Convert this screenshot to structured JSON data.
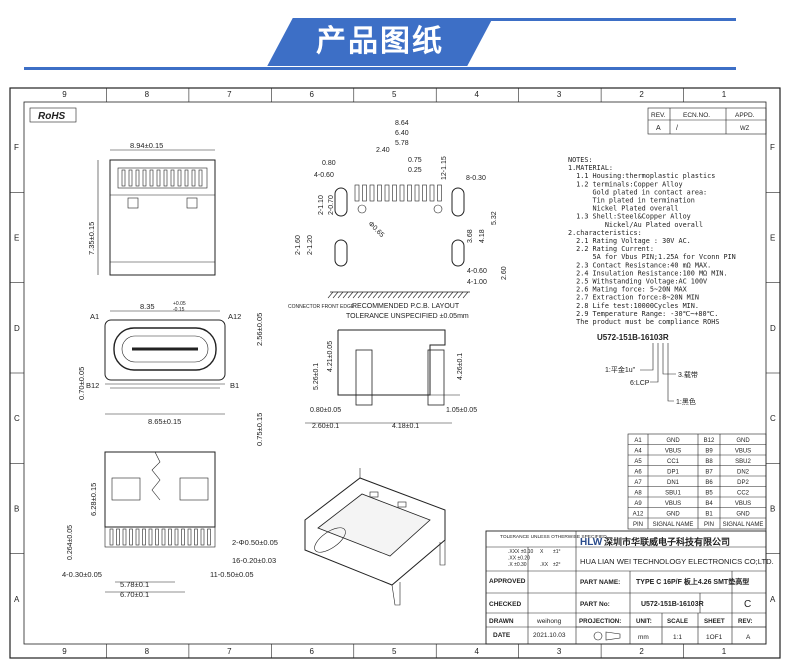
{
  "banner": {
    "title": "产品图纸"
  },
  "grid": {
    "cols": [
      "9",
      "8",
      "7",
      "6",
      "5",
      "4",
      "3",
      "2",
      "1"
    ],
    "rows": [
      "F",
      "E",
      "D",
      "C",
      "B",
      "A"
    ]
  },
  "rohs_badge": "RoHS",
  "revision": {
    "headers": [
      "REV.",
      "ECN.NO.",
      "APPD."
    ],
    "row": [
      "A",
      "/",
      "WZ"
    ]
  },
  "dimensions": {
    "top_view": [
      "8.94±0.15",
      "7.35±0.15"
    ],
    "front_view": [
      "8.35",
      "+0.05",
      "-0.15",
      "A1",
      "A12",
      "B12",
      "B1",
      "2.56±0.05",
      "0.70±0.05",
      "8.65±0.15",
      "0.75±0.15"
    ],
    "bottom_view": [
      "6.28±0.15",
      "0.264±0.05",
      "2-Φ0.50±0.05",
      "16-0.20±0.03",
      "4-0.30±0.05",
      "11-0.50±0.05",
      "5.78±0.1",
      "6.70±0.1"
    ],
    "pcb": [
      "8.64",
      "6.40",
      "5.78",
      "2.40",
      "0.75",
      "0.25",
      "0.80",
      "4-0.60",
      "8-0.30",
      "12-1.15",
      "2-1.10",
      "2-0.70",
      "Φ0.65",
      "2-1.60",
      "2-1.20",
      "3.68",
      "4.18",
      "5.32",
      "4-0.60",
      "4-1.00",
      "2.60",
      "CONNECTOR FRONT EDGE",
      "RECOMMENDED P.C.B. LAYOUT",
      "TOLERANCE UNSPECIFIED ±0.05mm"
    ],
    "side": [
      "4.21±0.05",
      "5.26±0.1",
      "4.26±0.1",
      "0.80±0.05",
      "1.05±0.05",
      "2.60±0.1",
      "4.18±0.1"
    ]
  },
  "notes": [
    "NOTES:",
    "1.MATERIAL:",
    "  1.1 Housing:thermoplastic plastics",
    "  1.2 terminals:Copper Alloy",
    "      Gold plated in contact area:",
    "      Tin plated in termination",
    "      Nickel Plated overall",
    "  1.3 Shell:Steel&Copper Alloy",
    "         Nickel/Au Plated overall",
    "2.characteristics:",
    "  2.1 Rating Voltage : 30V AC.",
    "  2.2 Rating Current:",
    "      5A for Vbus PIN;1.25A for Vconn PIN",
    "  2.3 Contact Resistance:40 mΩ MAX.",
    "  2.4 Insulation Resistance:100 MΩ MIN.",
    "  2.5 Withstanding Voltage:AC 100V",
    "  2.6 Mating force: 5~20N MAX",
    "  2.7 Extraction force:8~20N MIN",
    "  2.8 Life test:10000Cycles MIN.",
    "  2.9 Temperature Range: -30℃~+80℃.",
    "  The product must be compliance ROHS"
  ],
  "part_code": {
    "code": "U572-151B-16103R",
    "labels": [
      "1:平金1u\"",
      "3.载带",
      "6:LCP",
      "1:黑色"
    ]
  },
  "pin_table": {
    "rows": [
      [
        "A1",
        "GND",
        "B12",
        "GND"
      ],
      [
        "A4",
        "VBUS",
        "B9",
        "VBUS"
      ],
      [
        "A5",
        "CC1",
        "B8",
        "SBU2"
      ],
      [
        "A6",
        "DP1",
        "B7",
        "DN2"
      ],
      [
        "A7",
        "DN1",
        "B6",
        "DP2"
      ],
      [
        "A8",
        "SBU1",
        "B5",
        "CC2"
      ],
      [
        "A9",
        "VBUS",
        "B4",
        "VBUS"
      ],
      [
        "A12",
        "GND",
        "B1",
        "GND"
      ]
    ],
    "footer": [
      "PIN",
      "SIGNAL NAME",
      "PIN",
      "SIGNAL NAME"
    ]
  },
  "title_block": {
    "tolerance_title": "TOLERANCE UNLESS OTHERWISE SPECIFIED",
    "tol_rows": [
      [
        ".XXX ±0.10",
        "X",
        "±1°"
      ],
      [
        ".XX  ±0.20",
        "",
        ""
      ],
      [
        ".X   ±0.30",
        ".XX",
        "±2°"
      ]
    ],
    "logo": "HLW",
    "company_cn": "深圳市华联威电子科技有限公司",
    "company_en": "HUA LIAN WEI TECHNOLOGY ELECTRONICS CO;LTD.",
    "approved_label": "APPROVED",
    "checked_label": "CHECKED",
    "drawn_label": "DRAWN",
    "drawn_value": "weihong",
    "date_label": "DATE",
    "date_value": "2021.10.03",
    "part_name_label": "PART NAME:",
    "part_name_value": "TYPE C 16P/F 板上4.26 SMT垫高型",
    "part_no_label": "PART No:",
    "part_no_value": "U572-151B-16103R",
    "rev_value": "C",
    "projection_label": "PROJECTION:",
    "unit_label": "UNIT:",
    "scale_label": "SCALE",
    "sheet_label": "SHEET",
    "rev_label": "REV:",
    "unit_value": "mm",
    "scale_value": "1:1",
    "sheet_value": "1OF1",
    "rev_value2": "A"
  }
}
